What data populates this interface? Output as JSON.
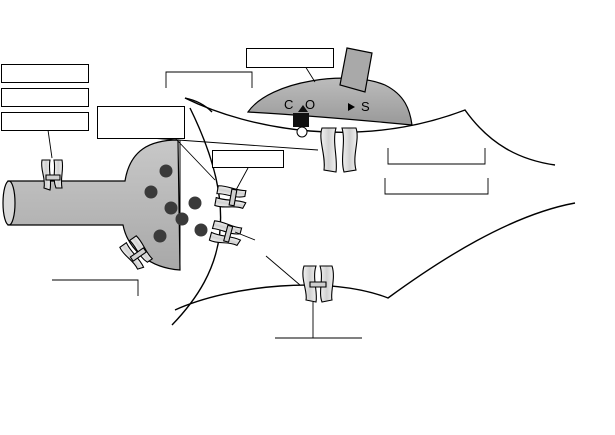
{
  "diagram": {
    "enzyme": {
      "labels": [
        "C",
        "O",
        "S"
      ]
    },
    "label_boxes": [
      {
        "id": "box-top-center",
        "text": ""
      },
      {
        "id": "box-left-1",
        "text": ""
      },
      {
        "id": "box-left-2",
        "text": ""
      },
      {
        "id": "box-left-3",
        "text": ""
      },
      {
        "id": "box-center-large",
        "text": ""
      },
      {
        "id": "box-receptor",
        "text": ""
      },
      {
        "id": "box-right-1",
        "text": ""
      },
      {
        "id": "box-right-2",
        "text": ""
      }
    ],
    "colors": {
      "stroke": "#000000",
      "fill_axon": "#bdbdbd",
      "fill_enzyme": "#a9a9a9",
      "vesicle": "#3a3a3a",
      "receptor": "#e0e0e0"
    }
  }
}
